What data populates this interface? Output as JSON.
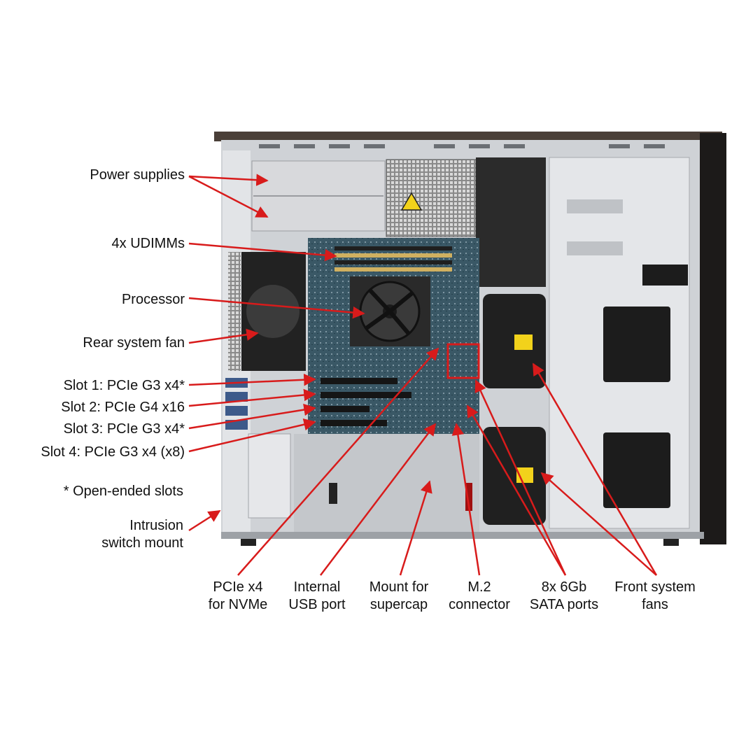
{
  "colors": {
    "callout": "#d81b1b",
    "case_shell": "#1c1a19",
    "chassis_metal": "#cfd2d6",
    "motherboard": "#3a5866",
    "background": "#ffffff"
  },
  "labels": {
    "power_supplies": "Power supplies",
    "udimms": "4x UDIMMs",
    "processor": "Processor",
    "rear_fan": "Rear system fan",
    "slot1": "Slot 1: PCIe G3 x4*",
    "slot2": "Slot 2: PCIe G4 x16",
    "slot3": "Slot 3: PCIe G3 x4*",
    "slot4": "Slot 4: PCIe G3 x4 (x8)",
    "open_ended": "* Open-ended slots",
    "intrusion_1": "Intrusion",
    "intrusion_2": "switch mount",
    "pcie_nvme_1": "PCIe x4",
    "pcie_nvme_2": "for NVMe",
    "usb_1": "Internal",
    "usb_2": "USB port",
    "supercap_1": "Mount for",
    "supercap_2": "supercap",
    "m2_1": "M.2",
    "m2_2": "connector",
    "sata_1": "8x 6Gb",
    "sata_2": "SATA ports",
    "front_fans_1": "Front system",
    "front_fans_2": "fans"
  }
}
